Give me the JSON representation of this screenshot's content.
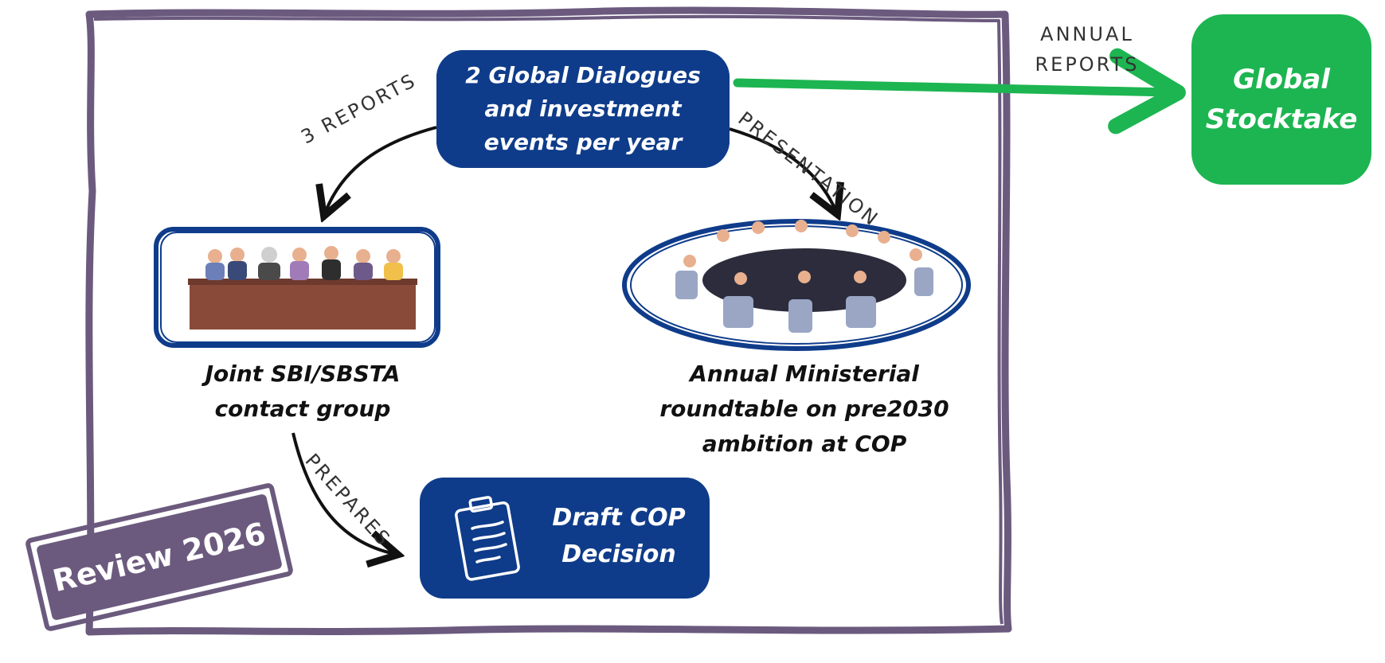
{
  "frame": {
    "color": "#6b5a7e"
  },
  "nodes": {
    "dialogues": {
      "label_lines": [
        "2 Global Dialogues",
        "and investment",
        "events per year"
      ],
      "color": "#0f3c8a"
    },
    "draft": {
      "label_lines": [
        "Draft COP",
        "Decision"
      ],
      "color": "#0f3c8a",
      "icon": "clipboard-icon"
    },
    "stocktake": {
      "label_lines": [
        "Global",
        "Stocktake"
      ],
      "color": "#1db551"
    }
  },
  "groups": {
    "joint": {
      "caption_lines": [
        "Joint SBI/SBSTA",
        "contact group"
      ],
      "image": "panel-meeting-illustration",
      "frame_color": "#0f3c8a"
    },
    "ministerial": {
      "caption_lines": [
        "Annual Ministerial",
        "roundtable on pre2030",
        "ambition at COP"
      ],
      "image": "roundtable-illustration",
      "frame_color": "#0f3c8a"
    }
  },
  "edges": {
    "annual_reports": {
      "label_lines": [
        "ANNUAL",
        "REPORTS"
      ],
      "color": "#1db551"
    },
    "three_reports": {
      "label": "3 REPORTS",
      "color": "#111111"
    },
    "presentation": {
      "label": "PRESENTATION",
      "color": "#111111"
    },
    "prepares": {
      "label": "PREPARES",
      "color": "#111111"
    }
  },
  "stamp": {
    "label": "Review 2026",
    "color": "#6b5a7e"
  }
}
